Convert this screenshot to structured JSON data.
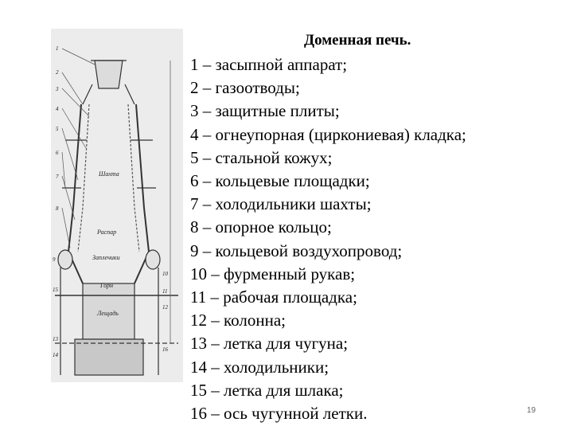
{
  "slide": {
    "title": "Доменная печь.",
    "page_number": "19",
    "legend_items": [
      "1 – засыпной аппарат;",
      "2 – газоотводы;",
      "3 – защитные плиты;",
      "4 – огнеупорная (циркониевая) кладка;",
      "5 – стальной кожух;",
      "6 – кольцевые площадки;",
      "7 – холодильники шахты;",
      "8 – опорное кольцо;",
      "9 – кольцевой воздухопровод;",
      "10 – фурменный рукав;",
      "11 – рабочая площадка;",
      "12 – колонна;",
      "13 – летка для чугуна;",
      "14 – холодильники;",
      "15 – летка для шлака;",
      "16 – ось чугунной летки."
    ]
  },
  "figure": {
    "zone_labels": [
      "Шахта",
      "Распар",
      "Заплечики",
      "Горн",
      "Лещадь"
    ],
    "marker_numbers": [
      "1",
      "2",
      "3",
      "4",
      "5",
      "6",
      "7",
      "8",
      "9",
      "10",
      "11",
      "12",
      "13",
      "14",
      "15",
      "16"
    ]
  }
}
